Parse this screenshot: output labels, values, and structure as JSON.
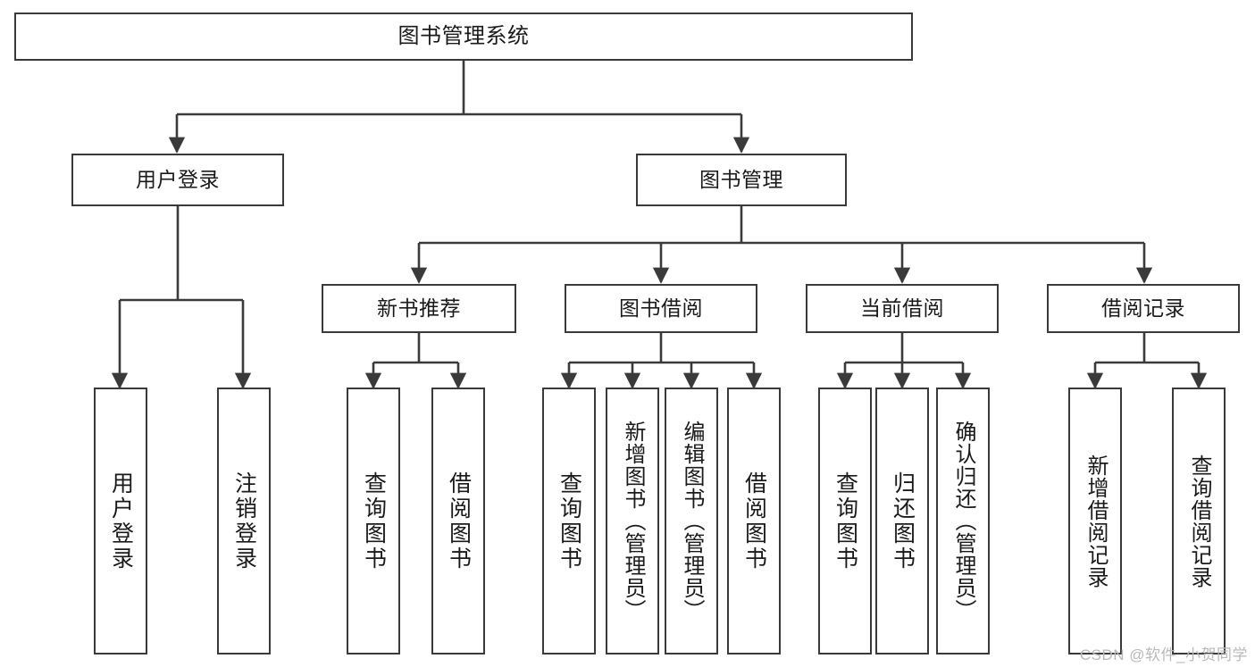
{
  "diagram": {
    "title": "图书管理系统",
    "type": "hierarchy-tree",
    "colors": {
      "border": "#3a3a3a",
      "background": "#ffffff",
      "text": "#1a1a1a",
      "watermark": "#b9b9b9"
    },
    "nodes": {
      "root": {
        "label": "图书管理系统"
      },
      "level2": [
        {
          "id": "user-login",
          "label": "用户登录"
        },
        {
          "id": "book-manage",
          "label": "图书管理"
        }
      ],
      "level3": [
        {
          "id": "new-book-recommend",
          "label": "新书推荐"
        },
        {
          "id": "book-borrow",
          "label": "图书借阅"
        },
        {
          "id": "current-borrow",
          "label": "当前借阅"
        },
        {
          "id": "borrow-record",
          "label": "借阅记录"
        }
      ],
      "leaves": [
        {
          "id": "leaf-user-login",
          "label": "用户登录"
        },
        {
          "id": "leaf-logout-login",
          "label": "注销登录"
        },
        {
          "id": "leaf-query-book-1",
          "label": "查询图书"
        },
        {
          "id": "leaf-borrow-book-1",
          "label": "借阅图书"
        },
        {
          "id": "leaf-query-book-2",
          "label": "查询图书"
        },
        {
          "id": "leaf-add-book-admin",
          "label": "新增图书（管理员）"
        },
        {
          "id": "leaf-edit-book-admin",
          "label": "编辑图书（管理员）"
        },
        {
          "id": "leaf-borrow-book-2",
          "label": "借阅图书"
        },
        {
          "id": "leaf-query-book-3",
          "label": "查询图书"
        },
        {
          "id": "leaf-return-book",
          "label": "归还图书"
        },
        {
          "id": "leaf-confirm-return-admin",
          "label": "确认归还（管理员）"
        },
        {
          "id": "leaf-add-borrow-record",
          "label": "新增借阅记录"
        },
        {
          "id": "leaf-query-borrow-record",
          "label": "查询借阅记录"
        }
      ]
    },
    "watermark": "CSDN @软件_小贺同学"
  }
}
